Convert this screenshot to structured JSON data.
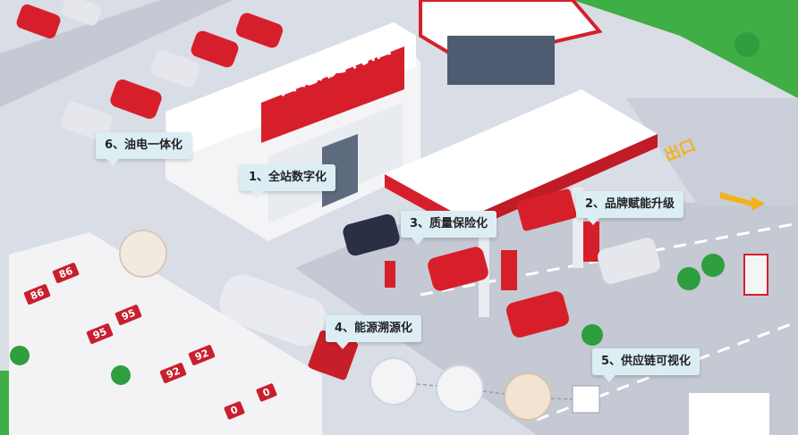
{
  "store": {
    "sign": "智慧便利店"
  },
  "canopy": {
    "sign": "智慧能源体验站"
  },
  "callouts": [
    {
      "label": "1、全站数字化"
    },
    {
      "label": "2、品牌赋能升级"
    },
    {
      "label": "3、质量保险化"
    },
    {
      "label": "4、能源溯源化"
    },
    {
      "label": "5、供应链可视化"
    },
    {
      "label": "6、油电一体化"
    }
  ],
  "fuel_bays": [
    "86",
    "86",
    "95",
    "95",
    "92",
    "92",
    "0",
    "0"
  ],
  "road_marking": "出口",
  "colors": {
    "brand_red": "#d71f2b",
    "callout_bg": "#dceef4",
    "road": "#c7ccd6",
    "grass": "#3fae45"
  }
}
